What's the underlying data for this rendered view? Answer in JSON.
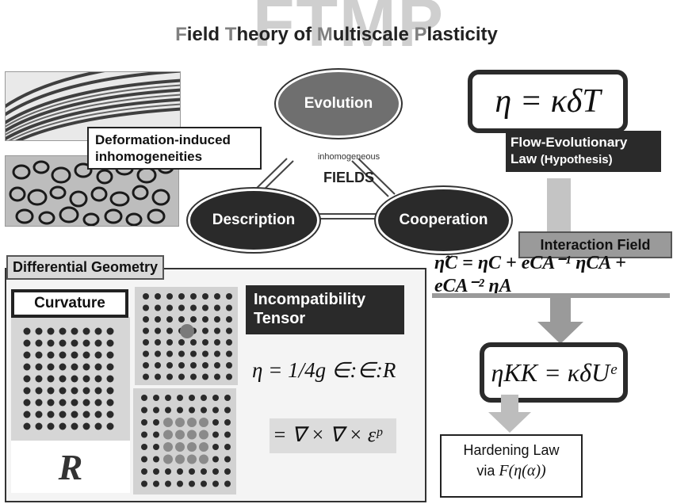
{
  "header": {
    "logo_text": "FTMP",
    "title_parts": [
      {
        "cap": "F",
        "rest": "ield "
      },
      {
        "cap": "T",
        "rest": "heory of "
      },
      {
        "cap": "M",
        "rest": "ultiscale "
      },
      {
        "cap": "P",
        "rest": "lasticity"
      }
    ]
  },
  "left_panel": {
    "label_line1": "Deformation-induced",
    "label_line2": "inhomogeneities"
  },
  "triangle": {
    "evolution": "Evolution",
    "description": "Description",
    "cooperation": "Cooperation",
    "center_small": "inhomogeneous",
    "center_big": "FIELDS"
  },
  "flow_law": {
    "equation": "η = κδT",
    "label_line1": "Flow-Evolutionary",
    "label_line2_main": "Law",
    "label_line2_paren": "(Hypothesis)"
  },
  "interaction": {
    "label": "Interaction Field",
    "equation": "η̃C = ηC + eCA⁻¹ ηCA + eCA⁻² ηA"
  },
  "hardening": {
    "equation": "ηKK = κδUᵉ",
    "line1": "Hardening Law",
    "line2_via": "via",
    "line2_expr": "F(η(α))"
  },
  "geometry": {
    "panel_label": "Differential Geometry",
    "curvature": "Curvature",
    "curvature_symbol": "R",
    "incompat_line1": "Incompatibility",
    "incompat_line2": "Tensor",
    "eq1": "η = 1/4g ∈:∈:R",
    "eq2": "= ∇ × ∇ × εᵖ"
  },
  "colors": {
    "dark": "#2a2a2a",
    "oval_grey": "#707070",
    "panel_bg": "#f4f4f4",
    "arrow_grey": "#bdbdbd",
    "lattice_bg": "#d2d2d2",
    "atom": "#2a2a2a"
  }
}
